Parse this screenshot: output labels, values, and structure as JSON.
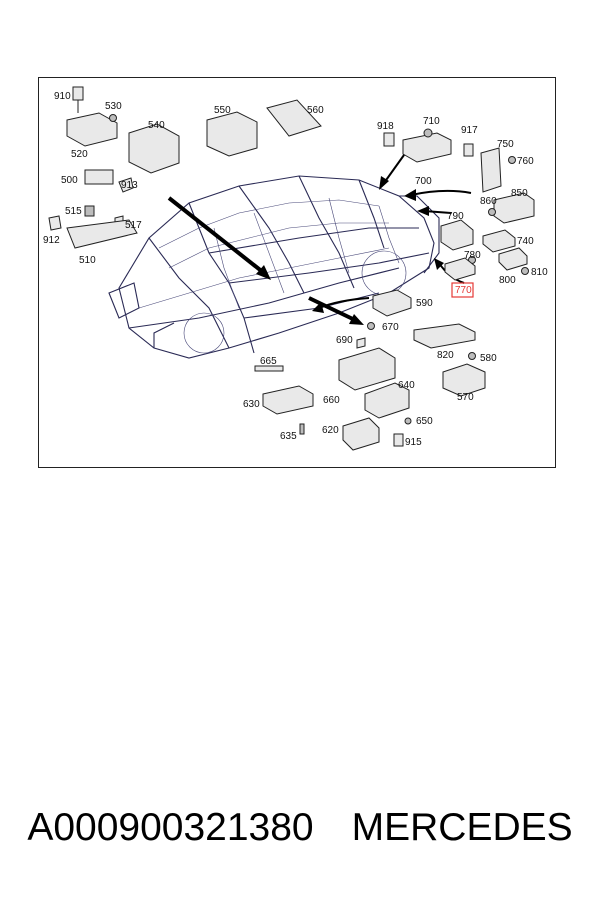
{
  "diagram": {
    "labels": {
      "l910": "910",
      "l530": "530",
      "l540": "540",
      "l550": "550",
      "l560": "560",
      "l520": "520",
      "l918": "918",
      "l710": "710",
      "l917": "917",
      "l750": "750",
      "l760": "760",
      "l500": "500",
      "l913": "913",
      "l700": "700",
      "l850": "850",
      "l515": "515",
      "l517": "517",
      "l860": "860",
      "l790": "790",
      "l912": "912",
      "l740": "740",
      "l510": "510",
      "l780": "780",
      "l810": "810",
      "l800": "800",
      "l590": "590",
      "l670": "670",
      "l690": "690",
      "l820": "820",
      "l580": "580",
      "l665": "665",
      "l640": "640",
      "l570": "570",
      "l630": "630",
      "l660": "660",
      "l650": "650",
      "l635": "635",
      "l620": "620",
      "l915": "915"
    },
    "highlighted": {
      "label": "770",
      "color": "#e53935"
    }
  },
  "footer": {
    "part_number": "A000900321380",
    "brand": "MERCEDES"
  }
}
